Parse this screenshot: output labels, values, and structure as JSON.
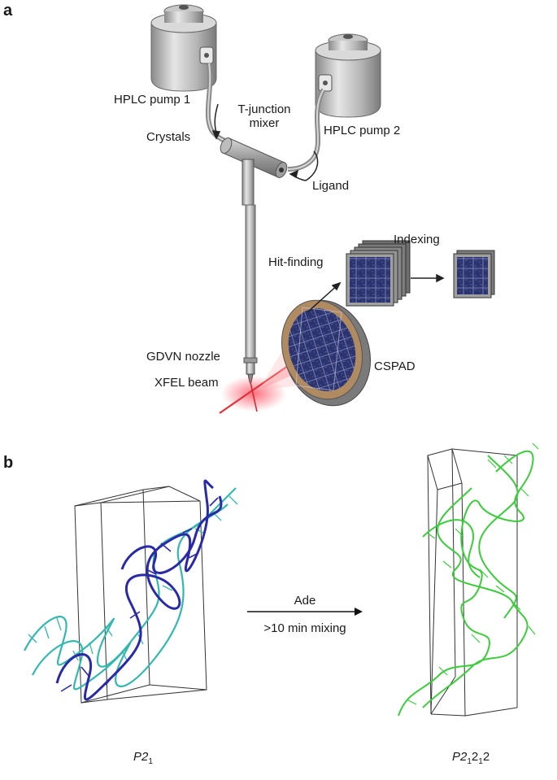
{
  "panel_a": {
    "letter": "a",
    "labels": {
      "pump1": "HPLC pump 1",
      "pump2": "HPLC pump 2",
      "tjunction_line1": "T-junction",
      "tjunction_line2": "mixer",
      "crystals": "Crystals",
      "ligand": "Ligand",
      "indexing": "Indexing",
      "hitfinding": "Hit-finding",
      "gdvn": "GDVN nozzle",
      "xfel": "XFEL beam",
      "cspad": "CSPAD"
    }
  },
  "panel_b": {
    "letter": "b",
    "arrow_top": "Ade",
    "arrow_bottom": ">10 min mixing",
    "left_group": {
      "base": "P2",
      "sub": "1"
    },
    "right_group": {
      "base": "P2",
      "sub1": "1",
      "mid": "2",
      "sub2": "1",
      "end": "2"
    }
  },
  "colors": {
    "dark_rna": "#2a2aa8",
    "cyan_rna": "#33b8b0",
    "green_rna": "#3ccc3c",
    "beam": "#e0303a",
    "detector_panel": "#2c3470",
    "detector_frame": "#b08a60"
  }
}
